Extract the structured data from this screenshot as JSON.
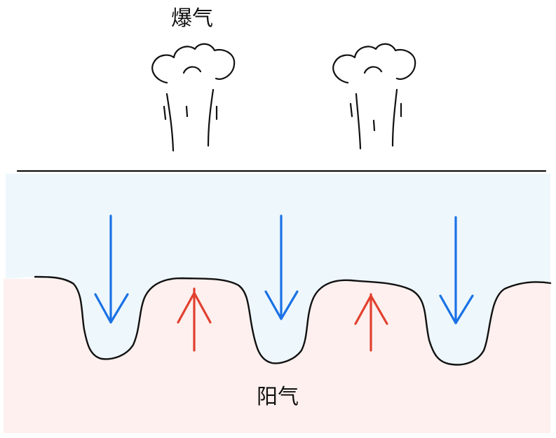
{
  "labels": {
    "top": "爆气",
    "bottom": "阳气"
  },
  "colors": {
    "upper_region": "#eef7fc",
    "lower_region": "#fdf0ee",
    "down_arrow": "#1a72e6",
    "up_arrow": "#e2402f",
    "ink": "#111111"
  },
  "elements": {
    "steam_puffs": 2,
    "down_arrows": 3,
    "up_arrows": 2
  }
}
